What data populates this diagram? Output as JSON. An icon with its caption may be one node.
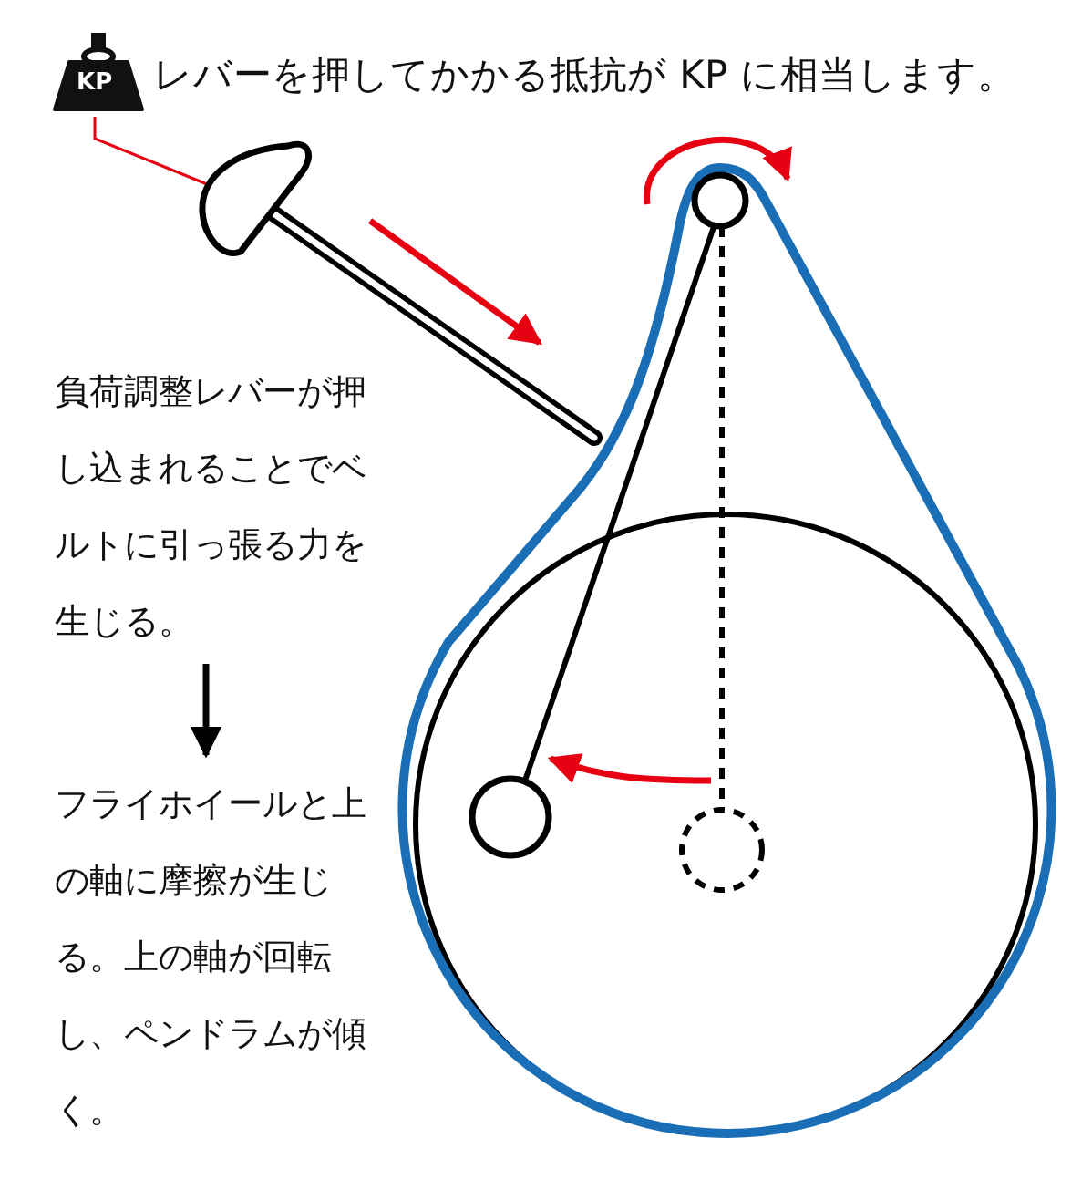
{
  "diagram": {
    "nodes": [
      {
        "text": [
          "KP"
        ]
      },
      {
        "text": [],
        "shape": "lever"
      },
      {
        "text": [
          "負荷調整レバーが押し込まれることでベルトに引っ張る力を生じる。"
        ]
      },
      {
        "text": [
          "フライホイールと上の軸に摩擦が生じる。上の軸が回転し、ペンドラムが傾く。"
        ]
      }
    ],
    "edges": [
      {
        "from": 0,
        "to": 1,
        "arrow": "none",
        "color": "#e60012"
      },
      {
        "from": 2,
        "to": 3,
        "arrow": "to",
        "style": "thick",
        "color": "#000000"
      }
    ],
    "labels": [
      "レバーを押してかかる抵抗が KP に相当します。"
    ]
  }
}
